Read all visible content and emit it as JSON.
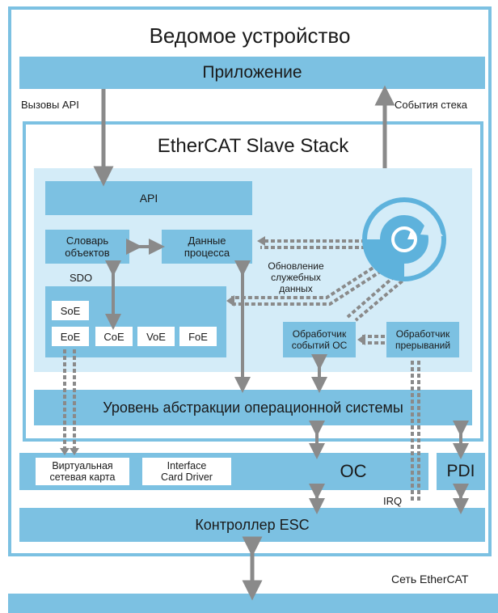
{
  "slave_device_title": "Ведомое устройство",
  "application": "Приложение",
  "api_calls": "Вызовы API",
  "stack_events": "События стека",
  "stack_title": "EtherCAT Slave Stack",
  "api": "API",
  "object_dictionary": [
    "Словарь",
    "объектов"
  ],
  "process_data": [
    "Данные",
    "процесса"
  ],
  "sdo": "SDO",
  "service_data_update": [
    "Обновление",
    "служебных",
    "данных"
  ],
  "mailbox_protocols": [
    "SoE",
    "EoE",
    "CoE",
    "VoE",
    "FoE"
  ],
  "os_event_handler": [
    "Обработчик",
    "событий ОС"
  ],
  "interrupt_handler": [
    "Обработчик",
    "прерываний"
  ],
  "os_abstraction_layer": "Уровень абстракции операционной системы",
  "virtual_nic": [
    "Виртуальная",
    "сетевая карта"
  ],
  "interface_card_driver": [
    "Interface",
    "Card Driver"
  ],
  "os": "ОС",
  "pdi": "PDI",
  "irq": "IRQ",
  "esc_controller": "Контроллер ESC",
  "ethercat_network": "Сеть EtherCAT",
  "colors": {
    "band_blue": "#7cc1e2",
    "light_blue": "#d4ecf8",
    "arrow_gray": "#8a8a8a",
    "cycle_blue": "#5eb2dc"
  }
}
